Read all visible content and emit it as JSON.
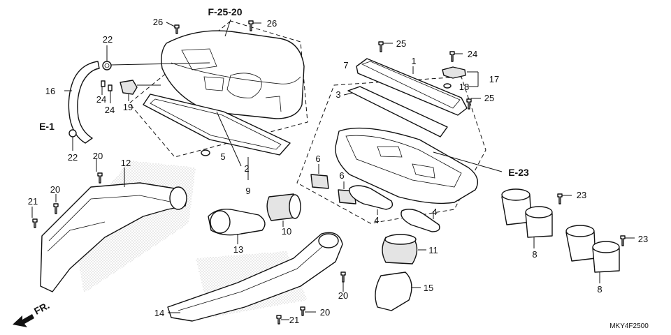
{
  "refs": {
    "top": "F-25-20",
    "left": "E-1",
    "right": "E-23",
    "front": "FR."
  },
  "callouts": {
    "c1": "1",
    "c2": "2",
    "c3": "3",
    "c4a": "4",
    "c4b": "4",
    "c5": "5",
    "c6a": "6",
    "c6b": "6",
    "c7": "7",
    "c8a": "8",
    "c8b": "8",
    "c9": "9",
    "c10": "10",
    "c11": "11",
    "c12": "12",
    "c13": "13",
    "c14": "14",
    "c15": "15",
    "c16": "16",
    "c17": "17",
    "c18": "18",
    "c19": "19",
    "c20a": "20",
    "c20b": "20",
    "c20c": "20",
    "c20d": "20",
    "c21a": "21",
    "c21b": "21",
    "c22a": "22",
    "c22b": "22",
    "c23a": "23",
    "c23b": "23",
    "c24a": "24",
    "c24b": "24",
    "c24c": "24",
    "c25a": "25",
    "c25b": "25",
    "c26a": "26",
    "c26b": "26"
  },
  "diagram_code": "MKY4F2500"
}
